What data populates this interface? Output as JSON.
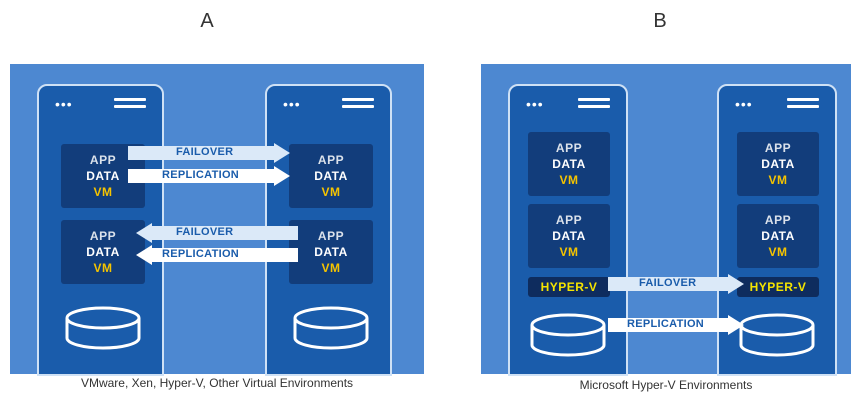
{
  "panels": [
    {
      "letter": "A",
      "caption": "VMware, Xen, Hyper-V, Other Virtual Environments",
      "vm": {
        "app": "APP",
        "data": "DATA",
        "vm": "VM"
      },
      "arrows": {
        "failover": "FAILOVER",
        "replication": "REPLICATION"
      }
    },
    {
      "letter": "B",
      "caption": "Microsoft Hyper-V Environments",
      "vm": {
        "app": "APP",
        "data": "DATA",
        "vm": "VM"
      },
      "hypervisor": "HYPER-V",
      "arrows": {
        "failover": "FAILOVER",
        "replication": "REPLICATION"
      }
    }
  ],
  "colors": {
    "panel_bg": "#4d88d1",
    "tower": "#1a5cab",
    "vm_box": "#123d7b",
    "vm_label": "#f5c400",
    "hyperv_label": "#f5e400",
    "arrow_fill": "#dbe9f8"
  },
  "icons": {
    "tower_lights": "three-dots-icon",
    "tower_vents": "menu-lines-icon",
    "storage": "disk-icon"
  }
}
